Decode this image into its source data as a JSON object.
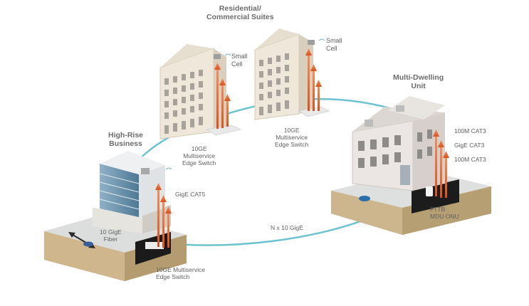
{
  "sites": {
    "residential": {
      "title": [
        "Residential/",
        "Commercial Suites"
      ],
      "small_cell_left": [
        "Small",
        "Cell"
      ],
      "small_cell_right": [
        "Small",
        "Cell"
      ],
      "switch_left": [
        "10GE",
        "Multiservice",
        "Edge Switch"
      ],
      "switch_right": [
        "10GE",
        "Multiservice",
        "Edge Switch"
      ]
    },
    "mdu": {
      "title": [
        "Multi-Dwelling",
        "Unit"
      ],
      "links": [
        "100M CAT3",
        "GigE CAT3",
        "100M CAT3"
      ],
      "onu": [
        "FTTB",
        "MDU ONU"
      ]
    },
    "highrise": {
      "title": [
        "High-Rise",
        "Business"
      ],
      "gige": "GigE CAT5",
      "fiber": [
        "10 GigE",
        "Fiber"
      ],
      "switch": [
        "10GE Multiservice",
        "Edge Switch"
      ]
    },
    "ring": {
      "label": "N x 10 GigE"
    }
  },
  "colors": {
    "ring": "#6cc3cf",
    "uplink": "#e2642d",
    "building": "#efe9dd",
    "glass": "#6f95ad",
    "ground": "#c8b48d"
  }
}
